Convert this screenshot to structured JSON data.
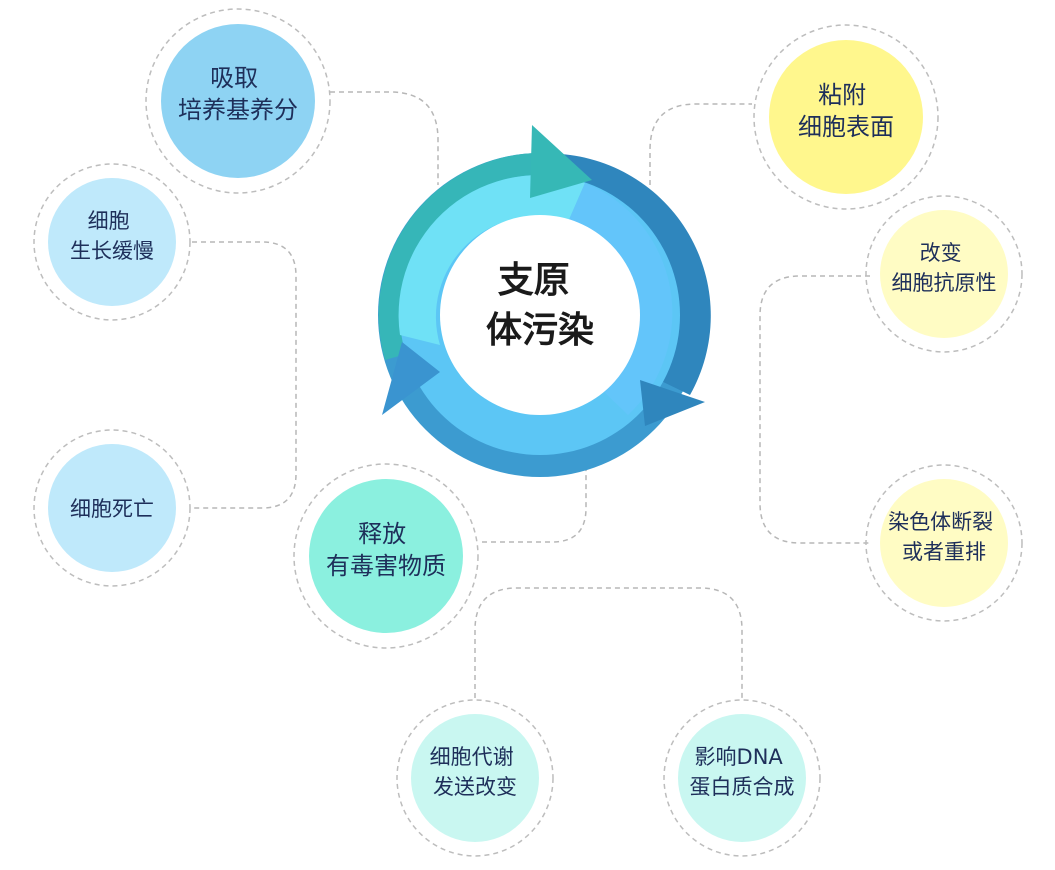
{
  "center": {
    "lines": [
      "支原",
      "体污染"
    ],
    "colors": {
      "outer_dark": "#2f8fc4",
      "outer_teal": "#35b9b9",
      "inner_light": "#6cdcf5",
      "inner_blue": "#5fc3f5"
    }
  },
  "nodes": [
    {
      "id": "absorb-nutrients",
      "lines": [
        "吸取",
        "培养基养分"
      ],
      "fill": "#8ed3f3"
    },
    {
      "id": "slow-growth",
      "lines": [
        "细胞",
        "生长缓慢"
      ],
      "fill": "#bfe9fb"
    },
    {
      "id": "cell-death",
      "lines": [
        "细胞死亡"
      ],
      "fill": "#bfe9fb"
    },
    {
      "id": "release-toxins",
      "lines": [
        "释放",
        "有毒害物质"
      ],
      "fill": "#8bf0df"
    },
    {
      "id": "metabolism-change",
      "lines": [
        "细胞代谢",
        "发送改变"
      ],
      "fill": "#c9f7f1"
    },
    {
      "id": "affect-dna-protein",
      "lines": [
        "影响DNA",
        "蛋白质合成"
      ],
      "fill": "#c9f7f1"
    },
    {
      "id": "adhere-surface",
      "lines": [
        "粘附",
        "细胞表面"
      ],
      "fill": "#fff78d"
    },
    {
      "id": "change-antigenicity",
      "lines": [
        "改变",
        "细胞抗原性"
      ],
      "fill": "#fffcc4"
    },
    {
      "id": "chromosome-break",
      "lines": [
        "染色体断裂",
        "或者重排"
      ],
      "fill": "#fffcc4"
    }
  ]
}
